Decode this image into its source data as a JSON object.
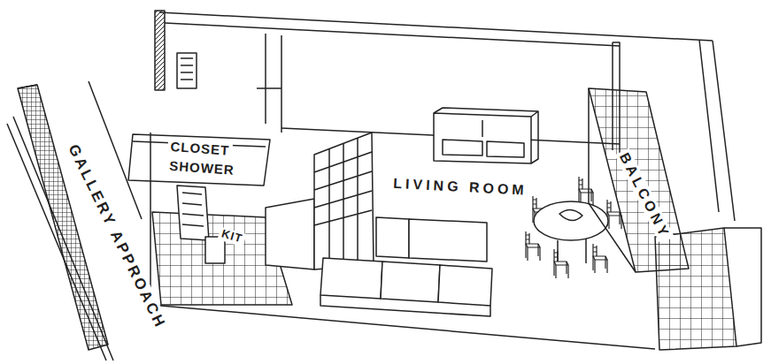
{
  "diagram": {
    "labels": [
      "CLOSET",
      "SHOWER",
      "GALLERY APPROACH",
      "KIT",
      "LIVING ROOM",
      "BALCONY"
    ]
  }
}
